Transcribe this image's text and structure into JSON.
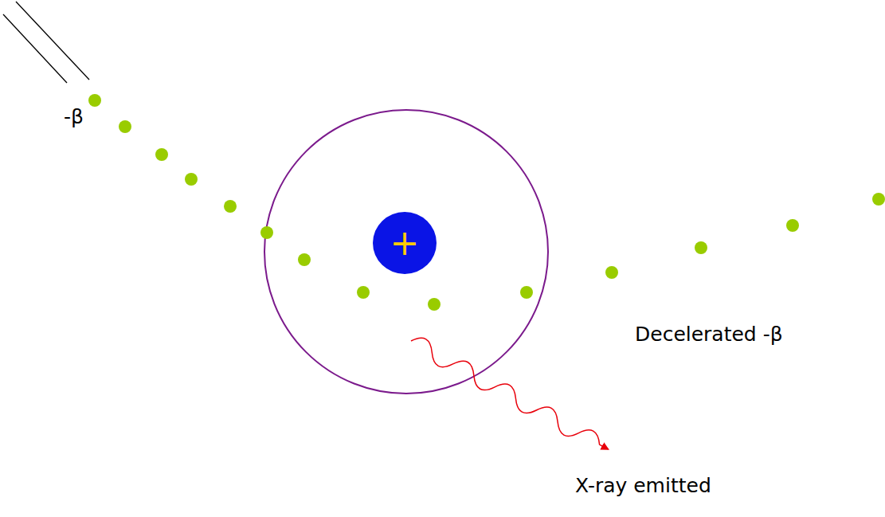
{
  "diagram": {
    "nodes": [
      {
        "text": [
          "+"
        ]
      }
    ],
    "labels": [
      "-β",
      "Decelerated -β",
      "X-ray emitted"
    ]
  }
}
